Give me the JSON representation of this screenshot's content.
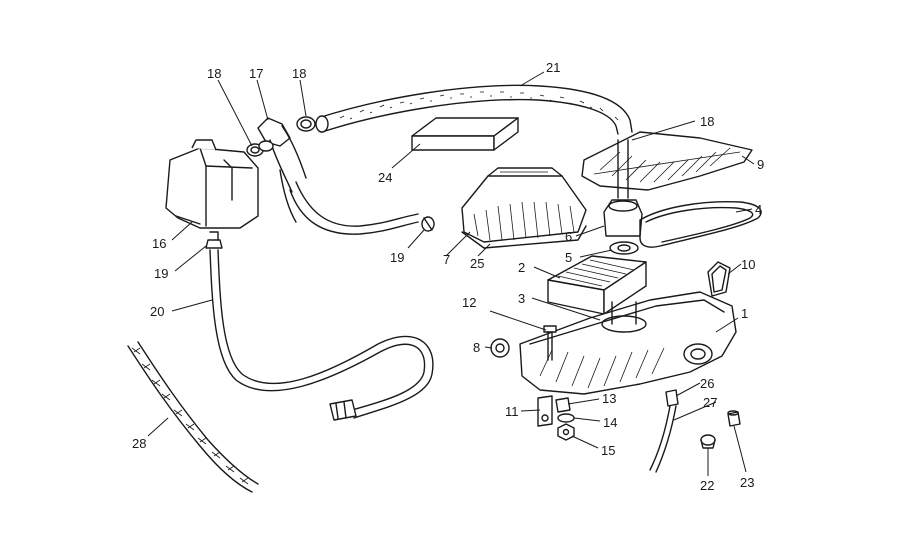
{
  "callouts": [
    {
      "id": "c1",
      "text": "1"
    },
    {
      "id": "c2",
      "text": "2"
    },
    {
      "id": "c3",
      "text": "3"
    },
    {
      "id": "c4",
      "text": "4"
    },
    {
      "id": "c5",
      "text": "5"
    },
    {
      "id": "c6",
      "text": "6"
    },
    {
      "id": "c7",
      "text": "7"
    },
    {
      "id": "c8",
      "text": "8"
    },
    {
      "id": "c9",
      "text": "9"
    },
    {
      "id": "c10",
      "text": "10"
    },
    {
      "id": "c11",
      "text": "11"
    },
    {
      "id": "c12",
      "text": "12"
    },
    {
      "id": "c13",
      "text": "13"
    },
    {
      "id": "c14",
      "text": "14"
    },
    {
      "id": "c15",
      "text": "15"
    },
    {
      "id": "c16",
      "text": "16"
    },
    {
      "id": "c17",
      "text": "17"
    },
    {
      "id": "c18a",
      "text": "18"
    },
    {
      "id": "c18b",
      "text": "18"
    },
    {
      "id": "c18c",
      "text": "18"
    },
    {
      "id": "c19a",
      "text": "19"
    },
    {
      "id": "c19b",
      "text": "19"
    },
    {
      "id": "c20",
      "text": "20"
    },
    {
      "id": "c21",
      "text": "21"
    },
    {
      "id": "c22",
      "text": "22"
    },
    {
      "id": "c23",
      "text": "23"
    },
    {
      "id": "c24",
      "text": "24"
    },
    {
      "id": "c25",
      "text": "25"
    },
    {
      "id": "c26",
      "text": "26"
    },
    {
      "id": "c27",
      "text": "27"
    },
    {
      "id": "c28",
      "text": "28"
    }
  ]
}
